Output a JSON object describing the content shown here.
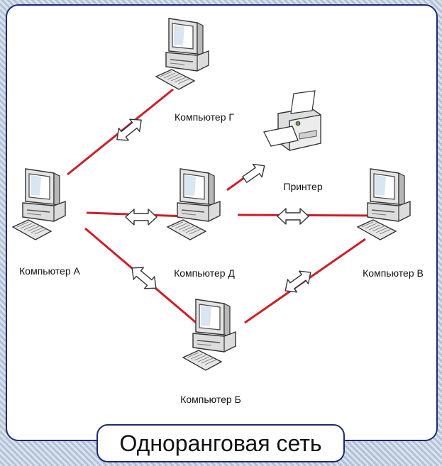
{
  "diagram": {
    "title": "Одноранговая сеть",
    "link_color": "#cc1f2a",
    "frame_color": "#1d2a72",
    "nodes": {
      "g": "Компьютер Г",
      "printer": "Принтер",
      "a": "Компьютер А",
      "d": "Компьютер Д",
      "v": "Компьютер В",
      "b": "Компьютер Б"
    },
    "links": [
      [
        "Компьютер А",
        "Компьютер Г"
      ],
      [
        "Компьютер А",
        "Компьютер Д"
      ],
      [
        "Компьютер Д",
        "Компьютер В"
      ],
      [
        "Компьютер А",
        "Компьютер Б"
      ],
      [
        "Компьютер Б",
        "Компьютер В"
      ],
      [
        "Компьютер Д",
        "Принтер"
      ]
    ]
  }
}
